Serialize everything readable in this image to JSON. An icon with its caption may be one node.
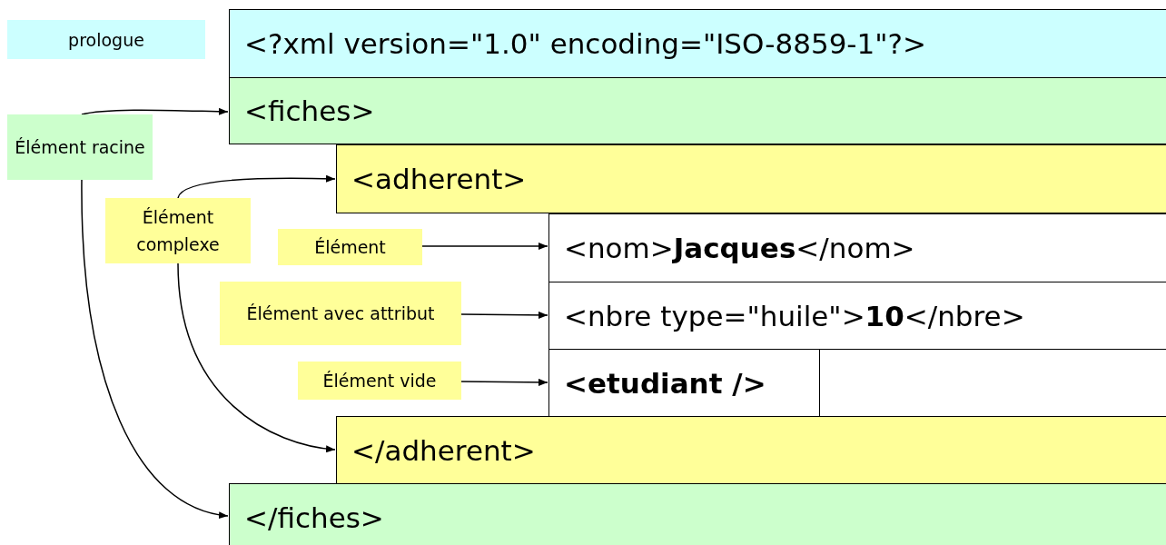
{
  "diagram": {
    "nodes": [
      {
        "text": [
          "prologue"
        ]
      },
      {
        "text": [
          "<?xml version=\"1.0\" encoding=\"ISO-8859-1\"?>"
        ]
      },
      {
        "text": [
          "<fiches>"
        ]
      },
      {
        "text": [
          "Élément racine"
        ]
      },
      {
        "text": [
          "<adherent>"
        ]
      },
      {
        "text": [
          "Élément complexe"
        ]
      },
      {
        "text": [
          "Élément"
        ]
      },
      {
        "text": [
          "<nom>**Jacques**</nom>"
        ]
      },
      {
        "text": [
          "Élément avec attribut"
        ]
      },
      {
        "text": [
          "<nbre type=\"huile\">**10**</nbre>"
        ]
      },
      {
        "text": [
          "Élément vide"
        ]
      },
      {
        "text": [
          "<etudiant />"
        ]
      },
      {
        "text": [
          "</adherent>"
        ]
      },
      {
        "text": [
          "</fiches>"
        ]
      }
    ],
    "edges": [
      {
        "from": 3,
        "to": 2,
        "arrow": "to"
      },
      {
        "from": 3,
        "to": 13,
        "arrow": "to"
      },
      {
        "from": 5,
        "to": 4,
        "arrow": "to"
      },
      {
        "from": 5,
        "to": 12,
        "arrow": "to"
      },
      {
        "from": 6,
        "to": 7,
        "arrow": "to"
      },
      {
        "from": 8,
        "to": 9,
        "arrow": "to"
      },
      {
        "from": 10,
        "to": 11,
        "arrow": "to"
      }
    ]
  }
}
